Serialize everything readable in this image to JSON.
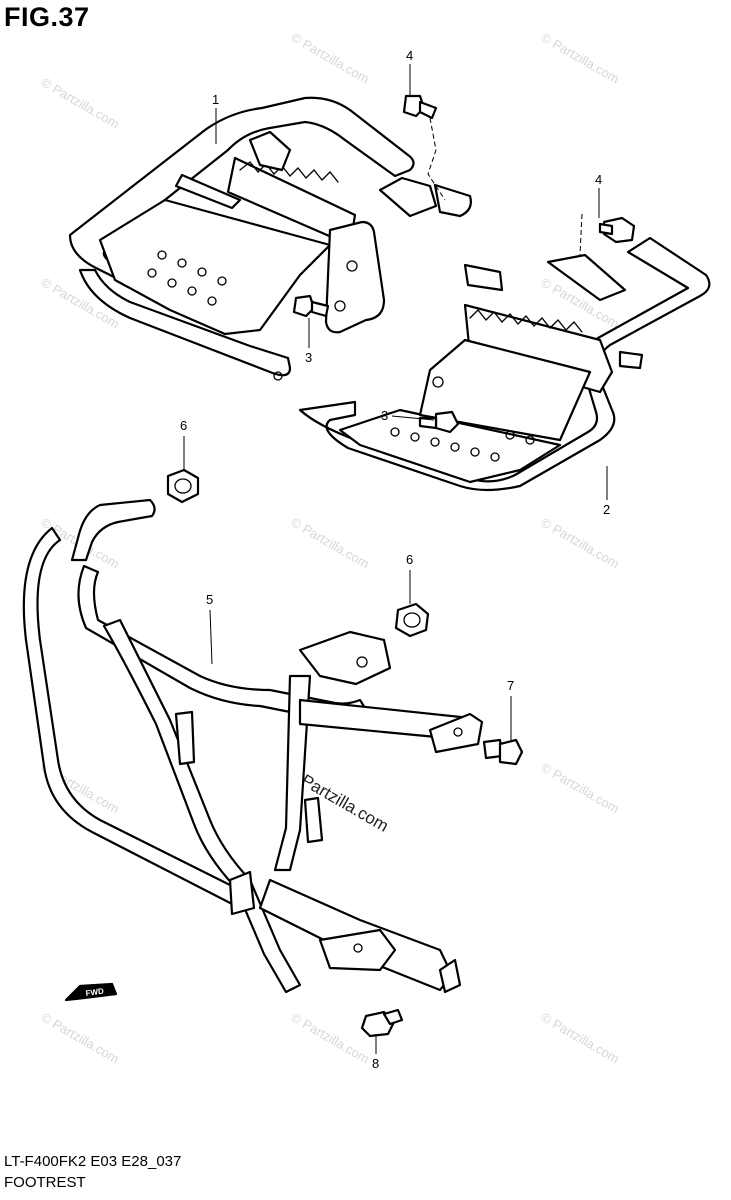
{
  "figure": {
    "title": "FIG.37",
    "code": "LT-F400FK2 E03 E28_037",
    "name": "FOOTREST"
  },
  "callouts": [
    "1",
    "2",
    "3",
    "3",
    "4",
    "4",
    "5",
    "6",
    "6",
    "7",
    "8"
  ],
  "watermark": "© Partzilla.com",
  "direction_marker": "FWD",
  "colors": {
    "line": "#000000",
    "watermark": "#d7d7d7",
    "background": "#ffffff"
  }
}
